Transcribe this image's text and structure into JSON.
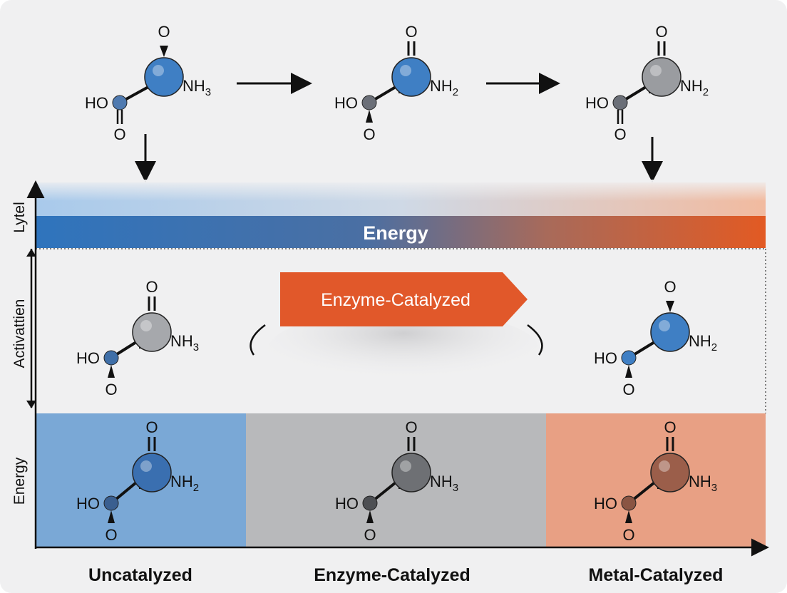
{
  "top_molecules": [
    {
      "o_top": "O",
      "ho": "HO",
      "nh": "NH",
      "nh_sub": "3",
      "o_bottom": "O",
      "ball_color": "#3f7fc4",
      "small_color": "#4f7ab0"
    },
    {
      "o_top": "O",
      "ho": "HO",
      "nh": "NH",
      "nh_sub": "2",
      "o_bottom": "O",
      "ball_color": "#3f7fc4",
      "small_color": "#6b6f78"
    },
    {
      "o_top": "O",
      "ho": "HO",
      "nh": "NH",
      "nh_sub": "2",
      "o_bottom": "O",
      "ball_color": "#9a9ca0",
      "small_color": "#6b6f78"
    }
  ],
  "energy_bar": {
    "label": "Energy",
    "left_color": "#2f74bd",
    "right_color": "#e25a23"
  },
  "axis_labels": {
    "level": "Lytel",
    "activation": "Activattien",
    "energy": "Energy"
  },
  "center_arrow": {
    "label": "Enzyme-Catalyzed",
    "color": "#e1582a"
  },
  "middle_molecules": [
    {
      "o_top": "O",
      "ho": "HO",
      "nh": "NH",
      "nh_sub": "3",
      "o_bottom": "O",
      "ball_color": "#a6a8ac",
      "small_color": "#3f6fa8"
    },
    {
      "o_top": "O",
      "ho": "HO",
      "nh": "NH",
      "nh_sub": "2",
      "o_bottom": "O",
      "ball_color": "#3f7fc4",
      "small_color": "#3f7fc4"
    }
  ],
  "panels": [
    {
      "label": "Uncatalyzed",
      "color": "#7aa8d6",
      "mol": {
        "o_top": "O",
        "ho": "HO",
        "nh": "NH",
        "nh_sub": "2",
        "o_bottom": "O",
        "ball_color": "#3a6fb0",
        "small_color": "#3a5f90"
      }
    },
    {
      "label": "Enzyme-Catalyzed",
      "color": "#b8b9bb",
      "mol": {
        "o_top": "O",
        "ho": "HO",
        "nh": "NH",
        "nh_sub": "3",
        "o_bottom": "O",
        "ball_color": "#6e7074",
        "small_color": "#4d4f53"
      }
    },
    {
      "label": "Metal-Catalyzed",
      "color": "#e8a084",
      "mol": {
        "o_top": "O",
        "ho": "HO",
        "nh": "NH",
        "nh_sub": "3",
        "o_bottom": "O",
        "ball_color": "#9b5e4a",
        "small_color": "#8a5543"
      }
    }
  ]
}
